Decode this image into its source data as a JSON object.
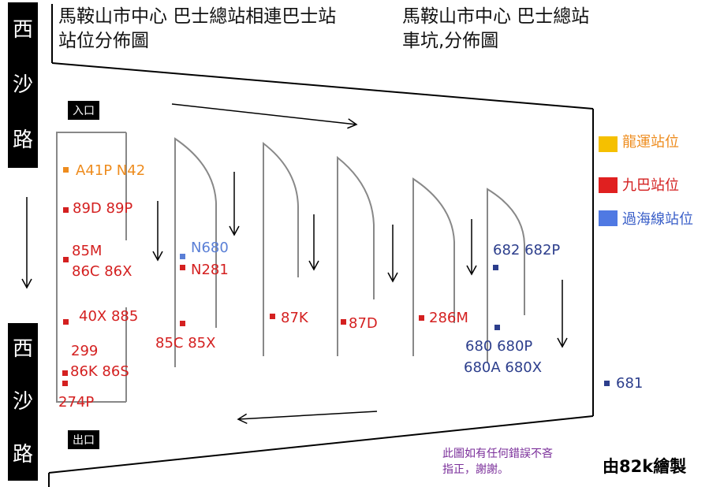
{
  "road": {
    "top_chars": [
      "西",
      "沙",
      "路"
    ],
    "bottom_chars": [
      "西",
      "沙",
      "路"
    ]
  },
  "titles": {
    "left_line1": "馬鞍山市中心 巴士總站相連巴士站",
    "left_line2": "站位分佈圖",
    "right_line1": "馬鞍山市中心 巴士總站",
    "right_line2": "車坑,分佈圖"
  },
  "entrance_label": "入口",
  "exit_label": "出口",
  "routes": {
    "a41p_n42": "A41P N42",
    "r89d_89p": "89D 89P",
    "r85m": "85M",
    "r86c_86x": "86C 86X",
    "r40x_885": "40X 885",
    "r299": "299",
    "r86k_86s": "86K 86S",
    "r274p": "274P",
    "n680": "N680",
    "n281": "N281",
    "r85c_85x": "85C 85X",
    "r87k": "87K",
    "r87d": "87D",
    "r286m": "286M",
    "r682_682p": "682 682P",
    "r680_680p": "680 680P",
    "r680a_680x": "680A 680X",
    "r681": "681"
  },
  "legend": [
    {
      "label": "龍運站位",
      "color": "#f5c000"
    },
    {
      "label": "九巴站位",
      "color": "#e02020"
    },
    {
      "label": "過海線站位",
      "color": "#4f79e3"
    }
  ],
  "colors": {
    "lwb": "#ee8c1e",
    "kmb": "#d42020",
    "cross_harbour": "#5a7fd6",
    "navy": "#2c3e8c"
  },
  "note": {
    "line1": "此圖如有任何錯誤不吝",
    "line2": "指正，謝謝。"
  },
  "credit": "由82k繪製"
}
